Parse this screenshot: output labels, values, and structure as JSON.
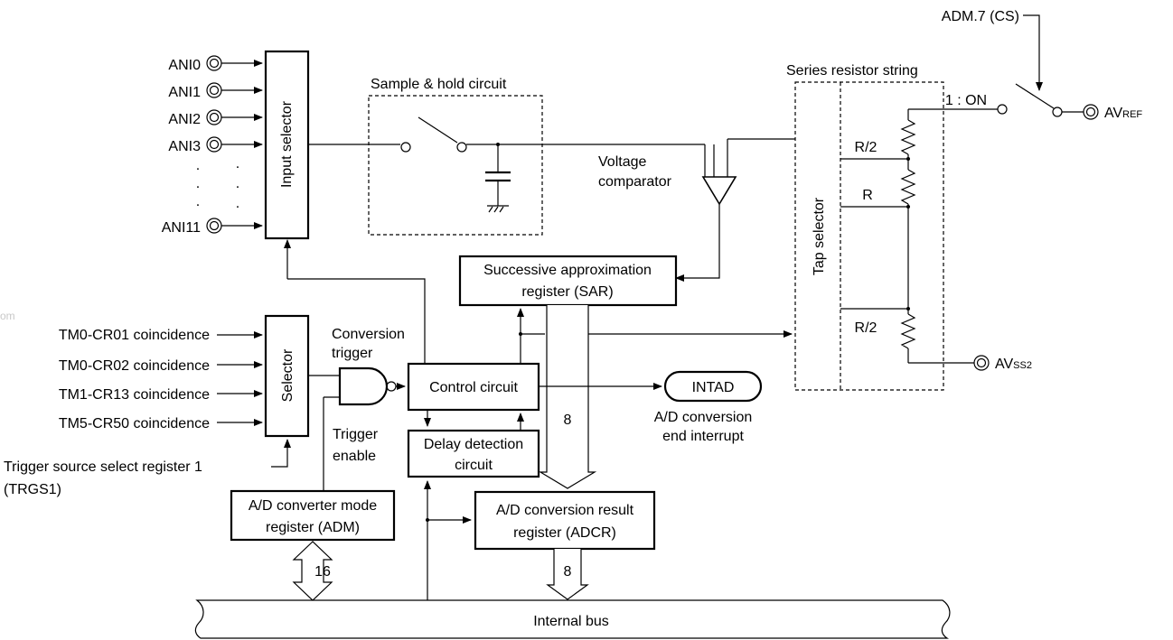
{
  "inputs": {
    "ani0": "ANI0",
    "ani1": "ANI1",
    "ani2": "ANI2",
    "ani3": "ANI3",
    "ani11": "ANI11",
    "ellipsis": "."
  },
  "blocks": {
    "input_selector": "Input selector",
    "sample_hold": "Sample & hold circuit",
    "voltage_comparator": [
      "Voltage",
      "comparator"
    ],
    "sar": [
      "Successive approximation",
      "register (SAR)"
    ],
    "series_resistor": "Series resistor string",
    "tap_selector": "Tap selector",
    "selector": "Selector",
    "control_circuit": "Control circuit",
    "delay_detection": [
      "Delay detection",
      "circuit"
    ],
    "adm": [
      "A/D converter mode",
      "register (ADM)"
    ],
    "adcr": [
      "A/D conversion result",
      "register (ADCR)"
    ],
    "intad": "INTAD",
    "internal_bus": "Internal bus"
  },
  "labels": {
    "adm7": "ADM.7 (CS)",
    "one_on": "1 : ON",
    "avref_main": "AV",
    "avref_sub": "REF",
    "avss_main": "AV",
    "avss_sub": "SS2",
    "r_half_top": "R/2",
    "r_mid": "R",
    "r_half_bottom": "R/2",
    "conversion_trigger": [
      "Conversion",
      "trigger"
    ],
    "trigger_enable": [
      "Trigger",
      "enable"
    ],
    "ad_end": [
      "A/D conversion",
      "end interrupt"
    ],
    "bus_width_8a": "8",
    "bus_width_8b": "8",
    "bus_width_16": "16",
    "trgs1": [
      "Trigger source select register 1",
      "(TRGS1)"
    ],
    "watermark": "om"
  },
  "triggers": [
    "TM0-CR01 coincidence",
    "TM0-CR02 coincidence",
    "TM1-CR13 coincidence",
    "TM5-CR50 coincidence"
  ]
}
